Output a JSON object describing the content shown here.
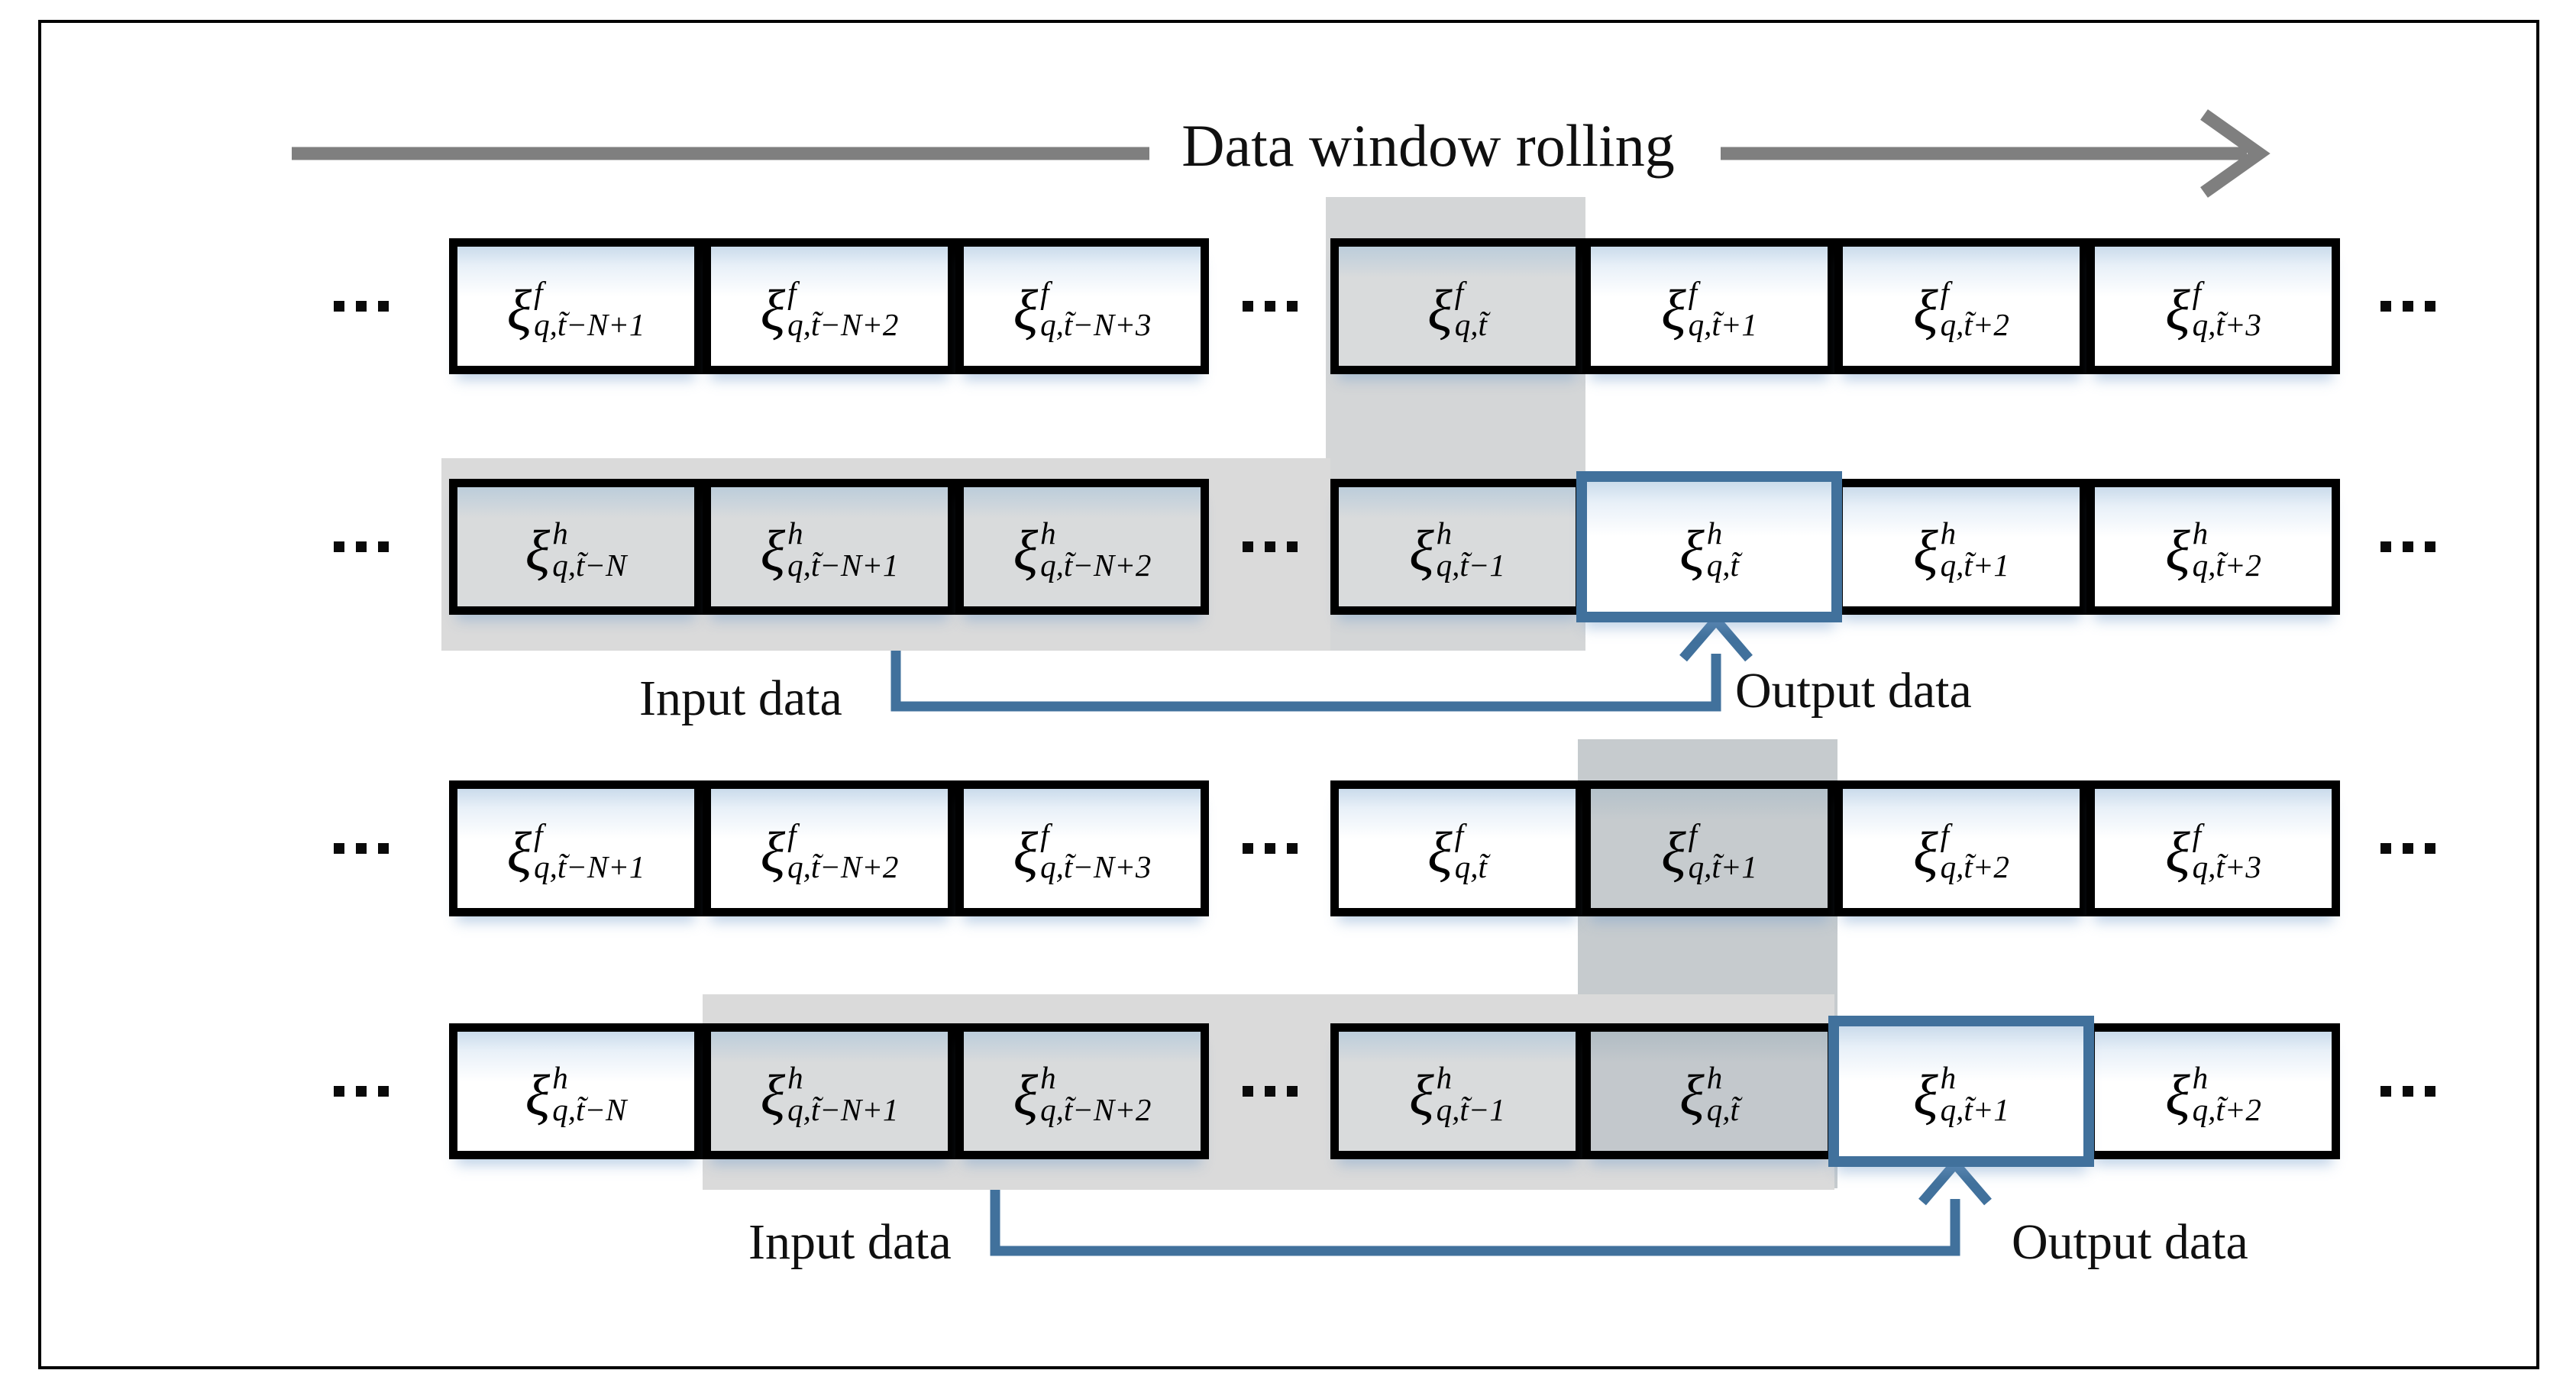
{
  "title": "Data window rolling",
  "labels": {
    "input": "Input data",
    "output": "Output data"
  },
  "ellipsis": "...",
  "colors": {
    "blue_accent": "#41719C",
    "arrow_gray": "#7f7f7f",
    "input_window_band": "#dadada",
    "rolling_band_top": "#d4d6d7",
    "rolling_band_bottom": "#c6cbce",
    "box_border": "#000000",
    "box_tint_top": "#cadbeb"
  },
  "rows": [
    {
      "series": "forecast-row-window-t",
      "sup": "f",
      "groups": [
        [
          {
            "sub": "q,t̃−N+1"
          },
          {
            "sub": "q,t̃−N+2"
          },
          {
            "sub": "q,t̃−N+3"
          }
        ],
        [
          {
            "sub": "q,t̃",
            "shade": "light"
          },
          {
            "sub": "q,t̃+1"
          },
          {
            "sub": "q,t̃+2"
          },
          {
            "sub": "q,t̃+3"
          }
        ]
      ]
    },
    {
      "series": "history-row-window-t",
      "sup": "h",
      "groups": [
        [
          {
            "sub": "q,t̃−N",
            "shade": "light"
          },
          {
            "sub": "q,t̃−N+1",
            "shade": "light"
          },
          {
            "sub": "q,t̃−N+2",
            "shade": "light"
          }
        ],
        [
          {
            "sub": "q,t̃−1",
            "shade": "light"
          },
          {
            "sub": "q,t̃",
            "border": "blue"
          },
          {
            "sub": "q,t̃+1"
          },
          {
            "sub": "q,t̃+2"
          }
        ]
      ]
    },
    {
      "series": "forecast-row-window-t-plus-1",
      "sup": "f",
      "groups": [
        [
          {
            "sub": "q,t̃−N+1"
          },
          {
            "sub": "q,t̃−N+2"
          },
          {
            "sub": "q,t̃−N+3"
          }
        ],
        [
          {
            "sub": "q,t̃"
          },
          {
            "sub": "q,t̃+1",
            "shade": "dark"
          },
          {
            "sub": "q,t̃+2"
          },
          {
            "sub": "q,t̃+3"
          }
        ]
      ]
    },
    {
      "series": "history-row-window-t-plus-1",
      "sup": "h",
      "groups": [
        [
          {
            "sub": "q,t̃−N"
          },
          {
            "sub": "q,t̃−N+1",
            "shade": "light"
          },
          {
            "sub": "q,t̃−N+2",
            "shade": "light"
          }
        ],
        [
          {
            "sub": "q,t̃−1",
            "shade": "light"
          },
          {
            "sub": "q,t̃",
            "shade": "darker"
          },
          {
            "sub": "q,t̃+1",
            "border": "blue"
          },
          {
            "sub": "q,t̃+2"
          }
        ]
      ]
    }
  ]
}
